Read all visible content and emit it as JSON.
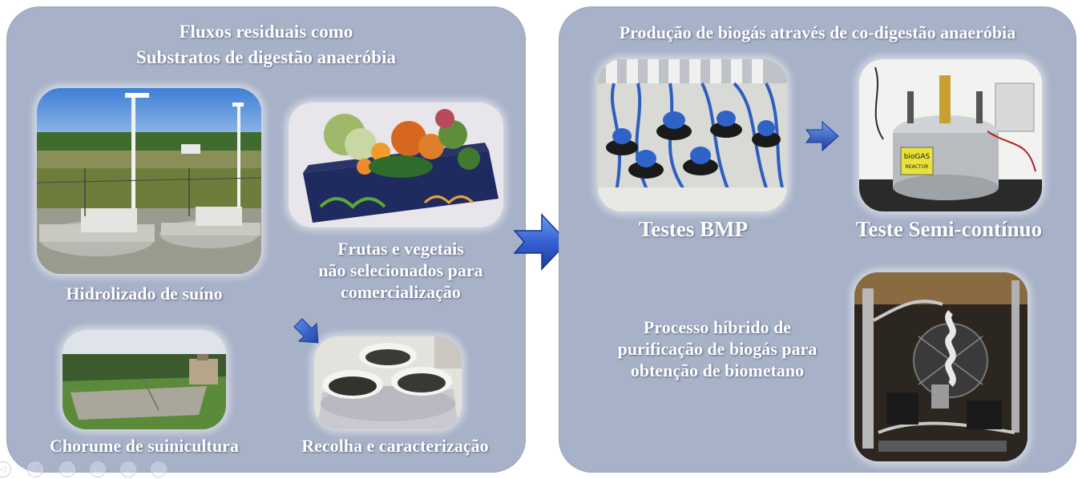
{
  "left_panel": {
    "title_line1": "Fluxos residuais como",
    "title_line2": "Substratos de digestão anaeróbia",
    "items": [
      {
        "label": "Hidrolizado de suíno"
      },
      {
        "label_line1": "Frutas e vegetais",
        "label_line2": "não selecionados para",
        "label_line3": "comercialização"
      },
      {
        "label": "Chorume de suinicultura"
      },
      {
        "label": "Recolha e caracterização"
      }
    ]
  },
  "right_panel": {
    "title": "Produção de biogás através de co-digestão anaeróbia",
    "items": [
      {
        "label": "Testes BMP"
      },
      {
        "label": "Teste Semi-contínuo"
      },
      {
        "label_line1": "Processo híbrido de",
        "label_line2": "purificação de biogás para",
        "label_line3": "obtenção de biometano"
      }
    ],
    "reactor_sticker_line1": "bioGAS",
    "reactor_sticker_line2": "REACTOR"
  },
  "colors": {
    "panel": "#a7b1c7",
    "arrow": "#2f5fd0",
    "text": "#ffffff"
  },
  "icons": [
    "play-back-icon",
    "play-forward-icon",
    "pen-icon",
    "slides-icon",
    "zoom-icon",
    "more-icon"
  ]
}
